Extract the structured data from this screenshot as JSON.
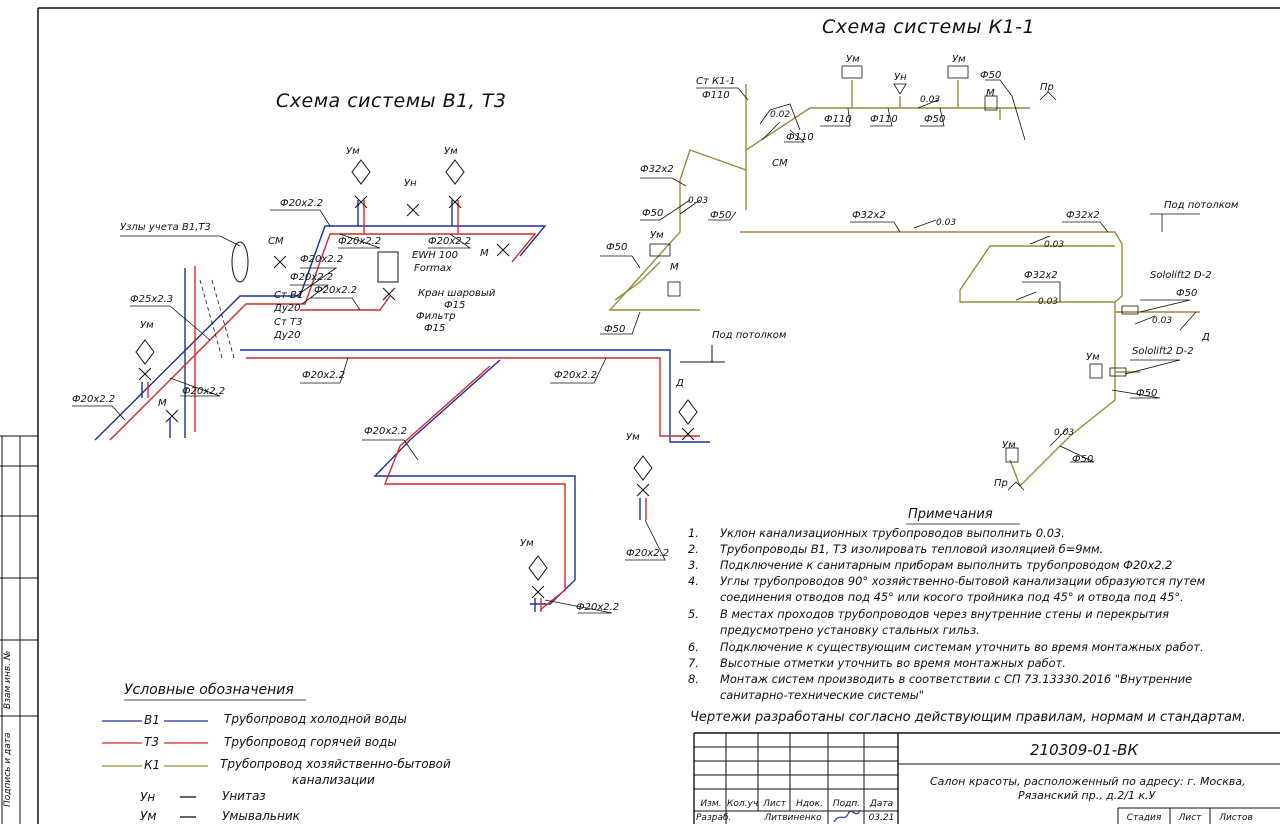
{
  "titles": {
    "system_b1_t3": "Схема системы В1, Т3",
    "system_k1": "Схема системы К1-1"
  },
  "labels_b1t3": {
    "um_1": "Ум",
    "um_2": "Ум",
    "um_3": "Ум",
    "um_4": "Ум",
    "um_5": "Ум",
    "un_1": "Ун",
    "cm_1": "СМ",
    "m_1": "М",
    "m_2": "М",
    "d_1": "Д",
    "nodes": "Узлы учета В1,Т3",
    "f25": "Ф25x2.3",
    "f20_a": "Ф20x2.2",
    "f20_b": "Ф20x2.2",
    "f20_c": "Ф20x2.2",
    "f20_d": "Ф20x2.2",
    "f20_e": "Ф20x2.2",
    "f20_f": "Ф20x2.2",
    "f20_g": "Ф20x2.2",
    "f20_h": "Ф20x2.2",
    "f20_i": "Ф20x2.2",
    "f20_j": "Ф20x2.2",
    "f20_k": "Ф20x2.2",
    "f20_l": "Ф20x2.2",
    "f20_m": "Ф20x2.2",
    "ct_b1": "Ст В1",
    "du20_1": "Ду20",
    "ct_t3": "Ст Т3",
    "du20_2": "Ду20",
    "ewh_1": "EWH 100",
    "ewh_2": "Formax",
    "kran": "Кран шаровый",
    "f15_a": "Ф15",
    "filtr": "Фильтр",
    "f15_b": "Ф15",
    "pod_potolkom_1": "Под потолком"
  },
  "labels_k1": {
    "ct_k1": "Ст К1-1",
    "f110_a": "Ф110",
    "f110_b": "Ф110",
    "f110_c": "Ф110",
    "f110_d": "Ф110",
    "um_1": "Ум",
    "um_2": "Ум",
    "um_3": "Ум",
    "um_4": "Ум",
    "um_5": "Ум",
    "un_1": "Ун",
    "cm": "СМ",
    "slope_1": "0.02",
    "slope_2": "0.03",
    "slope_3": "0.03",
    "slope_4": "0.03",
    "slope_5": "0.03",
    "slope_6": "0.03",
    "slope_7": "0.03",
    "slope_8": "0.03",
    "f50_a": "Ф50",
    "f50_b": "Ф50",
    "f50_c": "Ф50",
    "f50_d": "Ф50",
    "f50_e": "Ф50",
    "f50_f": "Ф50",
    "f50_g": "Ф50",
    "f50_h": "Ф50",
    "f50_i": "Ф50",
    "f32_a": "Ф32x2",
    "f32_b": "Ф32x2",
    "f32_c": "Ф32x2",
    "f32_d": "Ф32x2",
    "m_1": "М",
    "m_2": "М",
    "pr_1": "Пр",
    "pr_2": "Пр",
    "d": "Д",
    "pod_potolkom": "Под потолком",
    "sololift_1": "Sololift2 D-2",
    "sololift_2": "Sololift2 D-2"
  },
  "notes": {
    "heading": "Примечания",
    "items": [
      {
        "num": "1.",
        "lines": [
          "Уклон канализационных трубопроводов выполнить 0.03."
        ]
      },
      {
        "num": "2.",
        "lines": [
          "Трубопроводы В1, Т3 изолировать тепловой изоляцией б=9мм."
        ]
      },
      {
        "num": "3.",
        "lines": [
          "Подключение к санитарным приборам выполнить трубопроводом Ф20x2.2"
        ]
      },
      {
        "num": "4.",
        "lines": [
          "Углы трубопроводов 90° хозяйственно-бытовой канализации образуются путем",
          "соединения отводов под 45° или косого тройника под 45° и отвода под 45°."
        ]
      },
      {
        "num": "5.",
        "lines": [
          "В местах проходов трубопроводов через внутренние стены и перекрытия",
          "предусмотрено установку стальных гильз."
        ]
      },
      {
        "num": "6.",
        "lines": [
          "Подключение к существующим системам уточнить во время монтажных работ."
        ]
      },
      {
        "num": "7.",
        "lines": [
          "Высотные отметки уточнить во время монтажных работ."
        ]
      },
      {
        "num": "8.",
        "lines": [
          "Монтаж систем производить в соответствии с СП 73.13330.2016 \"Внутренние",
          "санитарно-технические системы\""
        ]
      }
    ],
    "statement": "Чертежи разработаны согласно действующим правилам, нормам и стандартам."
  },
  "legend": {
    "heading": "Условные обозначения",
    "items": [
      {
        "code": "В1",
        "text": "Трубопровод холодной воды",
        "color": "#1f2f9a"
      },
      {
        "code": "Т3",
        "text": "Трубопровод горячей воды",
        "color": "#d42a2a"
      },
      {
        "code": "К1",
        "text": "Трубопровод хозяйственно-бытовой",
        "text2": "канализации",
        "color": "#9a8a3a"
      },
      {
        "code": "Ун",
        "text": "Унитаз",
        "color": "#111111"
      },
      {
        "code": "Ум",
        "text": "Умывальник",
        "color": "#111111"
      }
    ]
  },
  "title_block": {
    "doc_code": "210309-01-ВК",
    "description_1": "Салон красоты, расположенный по адресу: г. Москва,",
    "description_2": "Рязанский пр., д.2/1 к.У",
    "col_izm": "Изм.",
    "col_koluch": "Кол.уч",
    "col_list": "Лист",
    "col_ndok": "Ндок.",
    "col_podp": "Подп.",
    "col_data": "Дата",
    "row_razrab": "Разраб.",
    "razrab_name": "Литвиненко",
    "razrab_date": "03.21",
    "col_stadiya": "Стадия",
    "col_list2": "Лист",
    "col_listov": "Листов"
  },
  "side_stamp": {
    "vzam": "Взам инв. №",
    "podp_data": "Подпись и дата"
  },
  "colors": {
    "cold": "#1f2f9a",
    "hot": "#d42a2a",
    "sewer": "#9a8a3a",
    "frame": "#111111"
  }
}
